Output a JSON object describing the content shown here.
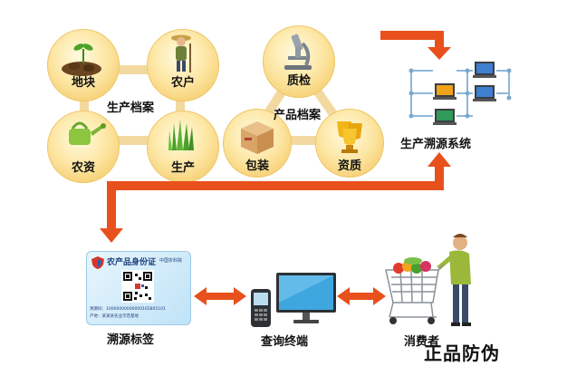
{
  "production_records": {
    "title": "生产档案",
    "nodes": {
      "plot": "地块",
      "farmer": "农户",
      "inputs": "农资",
      "production": "生产"
    }
  },
  "product_records": {
    "title": "产品档案",
    "nodes": {
      "inspection": "质检",
      "packaging": "包装",
      "qualification": "资质"
    }
  },
  "system": {
    "label": "生产溯源系统"
  },
  "tag_card": {
    "title": "农产品身份证",
    "small_text": "中国农科院",
    "code_line": "溯源码：10000000000000165805101",
    "footer_line": "产地：某某县农业示范基地"
  },
  "bottom": {
    "trace_label": "溯源标签",
    "terminal_label": "查询终端",
    "consumer_label": "消费者"
  },
  "watermark": "正品防伪",
  "colors": {
    "arrow": "#e8501c",
    "circle": "#f6cf72",
    "line": "#f3d9a0"
  }
}
